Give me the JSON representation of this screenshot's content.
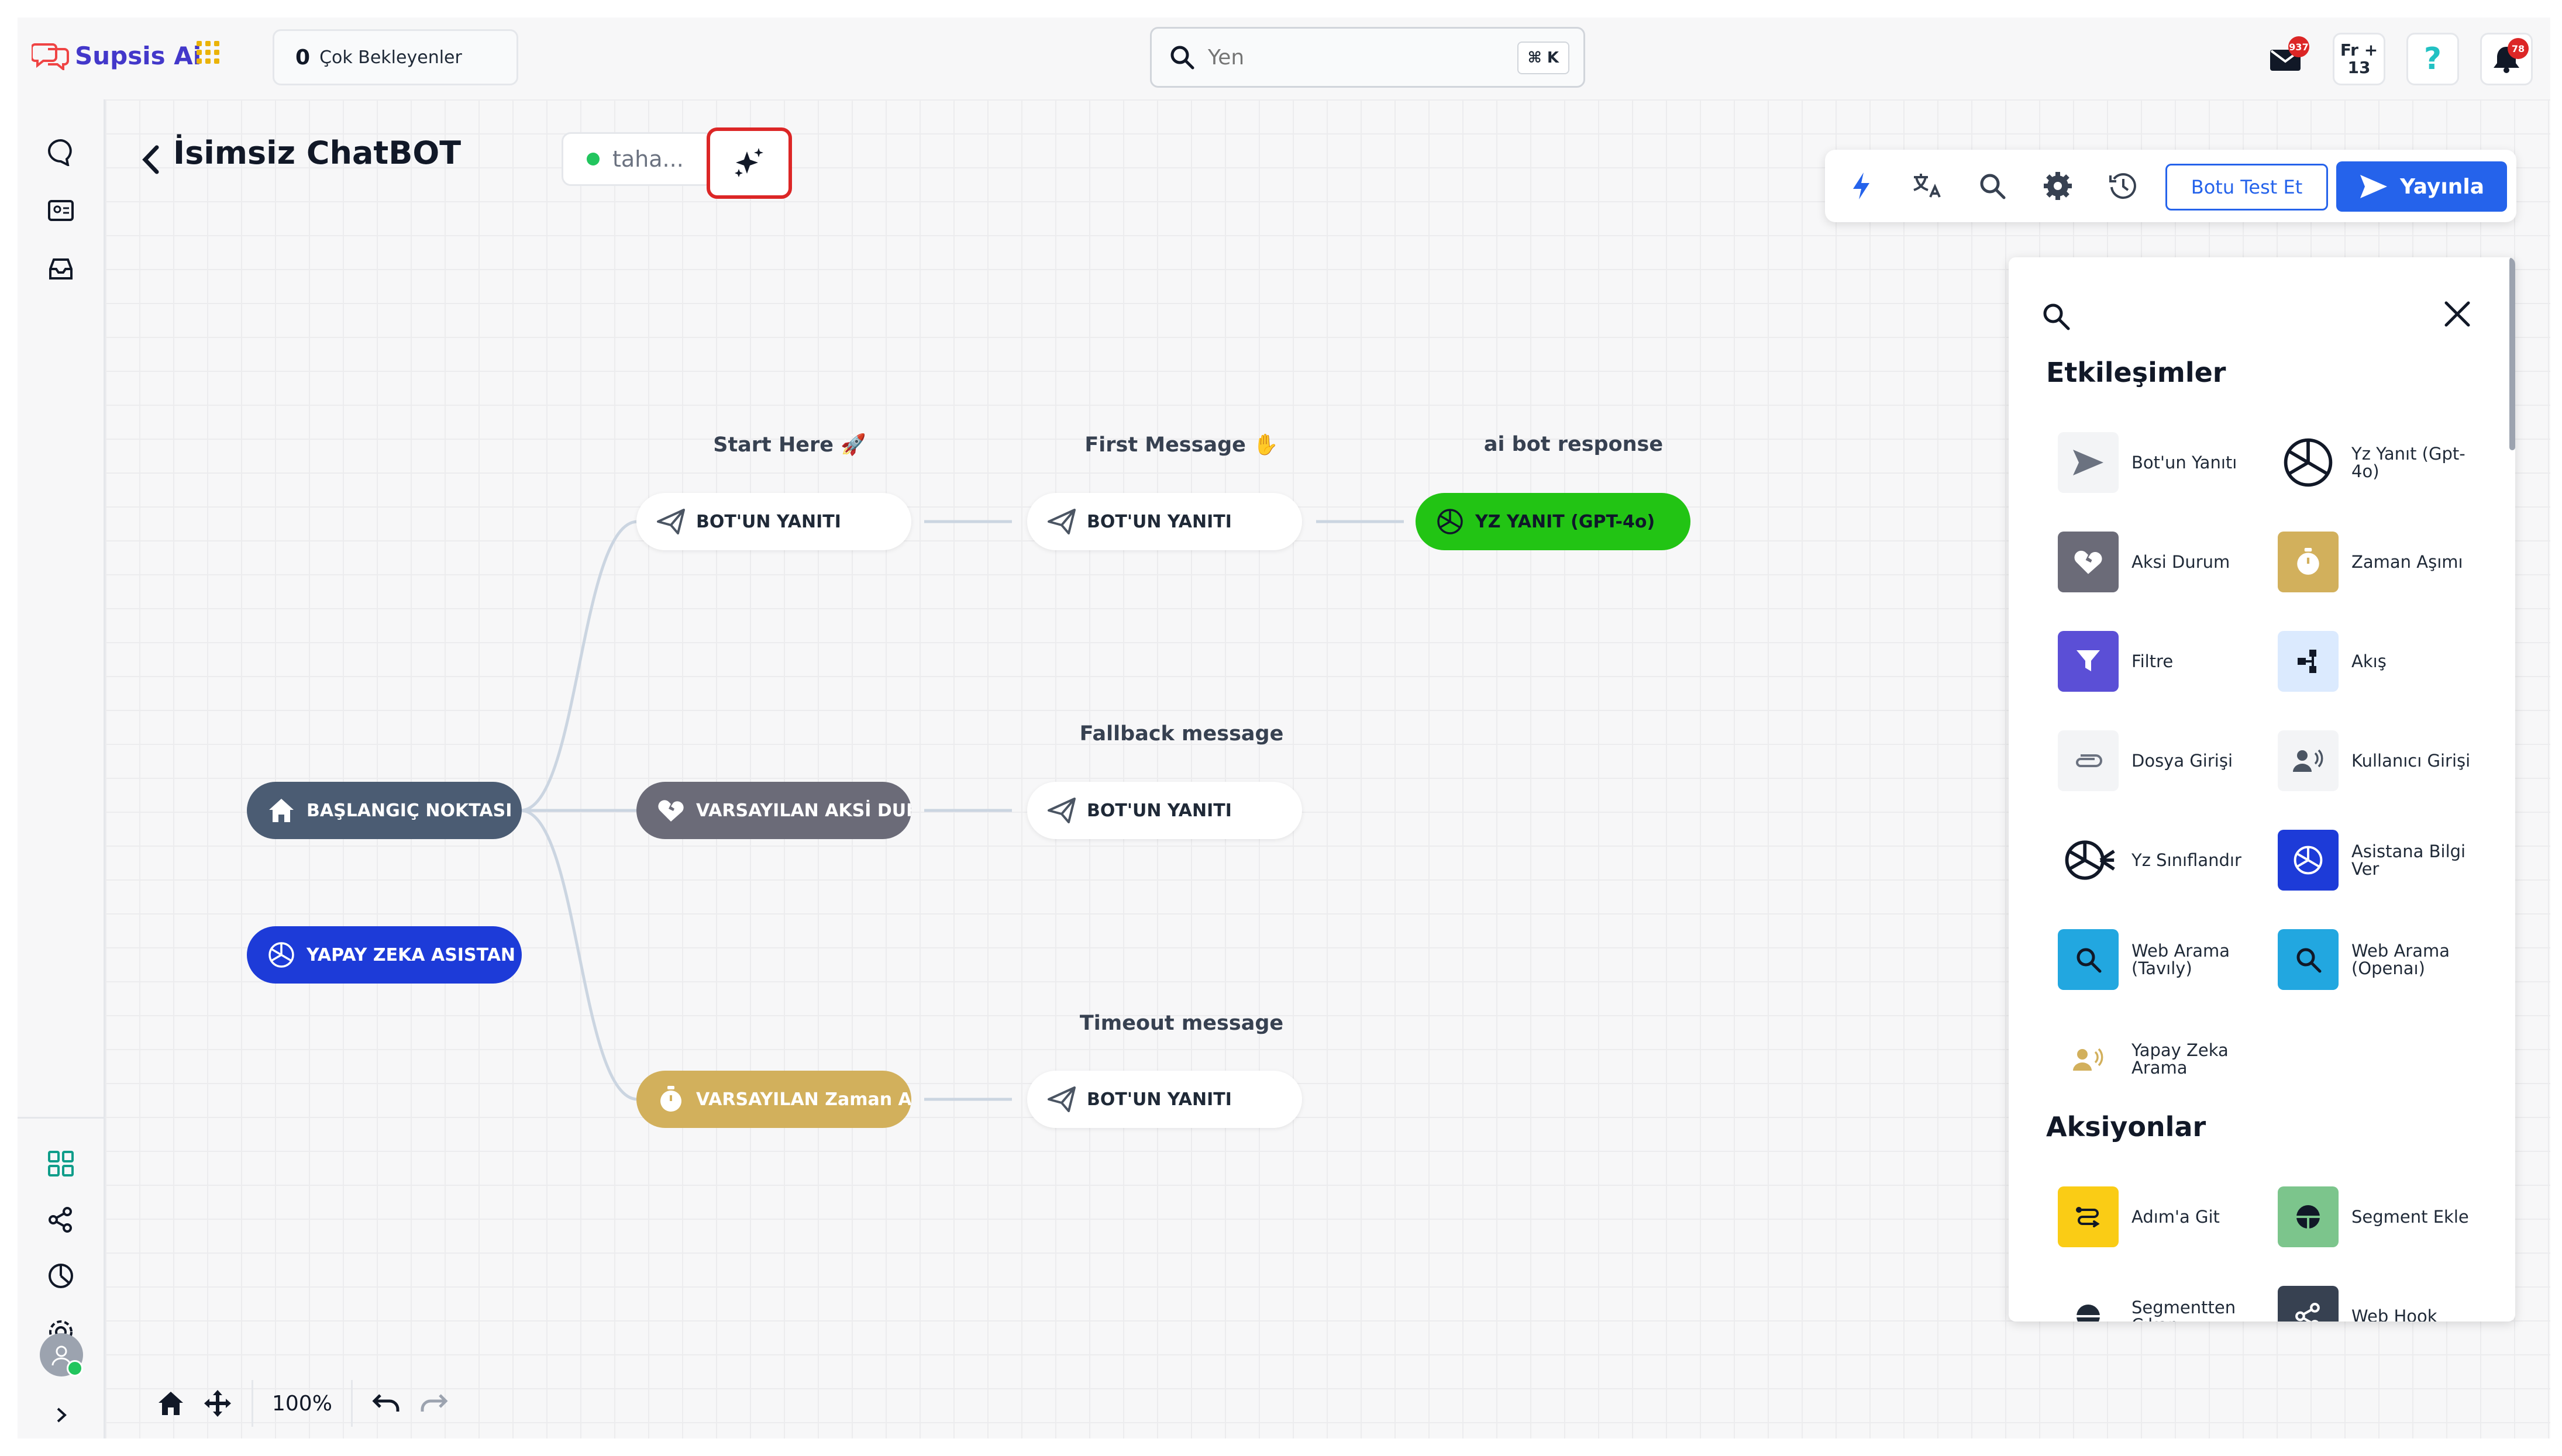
{
  "app": {
    "logo_text": "Supsis Ai",
    "pending": {
      "count": "0",
      "label": "Çok Bekleyenler"
    },
    "search": {
      "placeholder": "Yen",
      "shortcut": "⌘ K"
    },
    "mail_badge": "937",
    "fr_label": "Fr",
    "fr_number": "13",
    "notif_badge": "78"
  },
  "editor": {
    "bot_title": "İsimsiz ChatBOT",
    "user_label": "taha...",
    "toolbar": {
      "test_label": "Botu Test Et",
      "publish_label": "Yayınla"
    },
    "zoom": "100%"
  },
  "flow": {
    "labels": {
      "start_here": "Start Here 🚀",
      "first_message": "First Message ✋",
      "ai_bot_response": "ai bot response",
      "fallback_message": "Fallback message",
      "timeout_message": "Timeout message"
    },
    "nodes": {
      "start": "BAŞLANGIÇ NOKTASI",
      "ai_assistant": "YAPAY ZEKA ASISTAN",
      "bot_reply_1": "BOT'UN YANITI",
      "bot_reply_2": "BOT'UN YANITI",
      "yz_reply": "YZ YANIT (GPT-4o)",
      "default_fallback": "VARSAYILAN AKSİ DURUM",
      "bot_reply_3": "BOT'UN YANITI",
      "default_timeout": "VARSAYILAN Zaman Aşımı",
      "bot_reply_4": "BOT'UN YANITI"
    }
  },
  "panel": {
    "section_interactions": "Etkileşimler",
    "section_actions": "Aksiyonlar",
    "items": {
      "bot_reply": "Bot'un Yanıtı",
      "yz_reply": "Yz Yanıt (Gpt-4o)",
      "fallback": "Aksi Durum",
      "timeout": "Zaman Aşımı",
      "filter": "Filtre",
      "flow": "Akış",
      "file_input": "Dosya Girişi",
      "user_input": "Kullanıcı Girişi",
      "yz_classify": "Yz Sınıflandır",
      "assistant_info": "Asistana Bilgi Ver",
      "web_search_tavily": "Web Arama (Tavıly)",
      "web_search_openai": "Web Arama (Openaı)",
      "ai_search": "Yapay Zeka Arama",
      "goto_step": "Adım'a Git",
      "add_segment": "Segment Ekle",
      "remove_segment": "Segmentten Çıkar",
      "web_hook": "Web Hook"
    }
  },
  "colors": {
    "accent": "#2563eb",
    "highlight": "#dc2626",
    "green_node": "#22c414",
    "gold_node": "#d2b05c",
    "blue_node": "#1d3bd8"
  }
}
